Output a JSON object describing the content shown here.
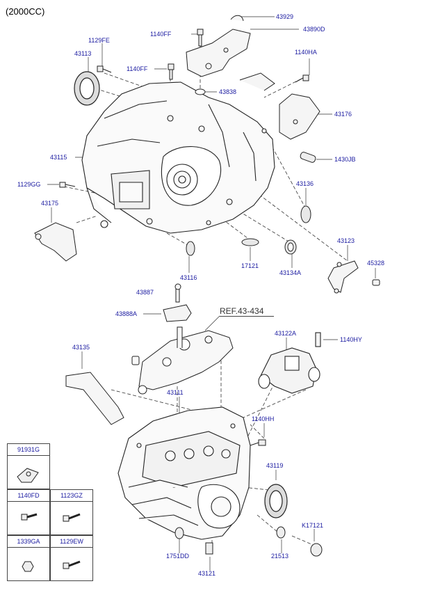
{
  "page": {
    "variant_title": "(2000CC)"
  },
  "reference": {
    "text": "REF.43-434"
  },
  "callouts": [
    {
      "id": "43929",
      "text": "43929"
    },
    {
      "id": "43890D",
      "text": "43890D"
    },
    {
      "id": "1140FF_a",
      "text": "1140FF"
    },
    {
      "id": "1129FE",
      "text": "1129FE"
    },
    {
      "id": "43113",
      "text": "43113"
    },
    {
      "id": "1140HA",
      "text": "1140HA"
    },
    {
      "id": "1140FF_b",
      "text": "1140FF"
    },
    {
      "id": "43838",
      "text": "43838"
    },
    {
      "id": "43176",
      "text": "43176"
    },
    {
      "id": "43115",
      "text": "43115"
    },
    {
      "id": "1430JB",
      "text": "1430JB"
    },
    {
      "id": "1129GG",
      "text": "1129GG"
    },
    {
      "id": "43136",
      "text": "43136"
    },
    {
      "id": "43175",
      "text": "43175"
    },
    {
      "id": "43123",
      "text": "43123"
    },
    {
      "id": "45328",
      "text": "45328"
    },
    {
      "id": "17121",
      "text": "17121"
    },
    {
      "id": "43134A",
      "text": "43134A"
    },
    {
      "id": "43116",
      "text": "43116"
    },
    {
      "id": "43887",
      "text": "43887"
    },
    {
      "id": "43888A",
      "text": "43888A"
    },
    {
      "id": "43122A",
      "text": "43122A"
    },
    {
      "id": "1140HY",
      "text": "1140HY"
    },
    {
      "id": "43135",
      "text": "43135"
    },
    {
      "id": "43111",
      "text": "43111"
    },
    {
      "id": "1140HH",
      "text": "1140HH"
    },
    {
      "id": "43119",
      "text": "43119"
    },
    {
      "id": "K17121",
      "text": "K17121"
    },
    {
      "id": "1751DD",
      "text": "1751DD"
    },
    {
      "id": "21513",
      "text": "21513"
    },
    {
      "id": "43121",
      "text": "43121"
    }
  ],
  "legend": [
    {
      "text": "91931G"
    },
    {
      "text": "1140FD"
    },
    {
      "text": "1123GZ"
    },
    {
      "text": "1339GA"
    },
    {
      "text": "1129EW"
    }
  ]
}
